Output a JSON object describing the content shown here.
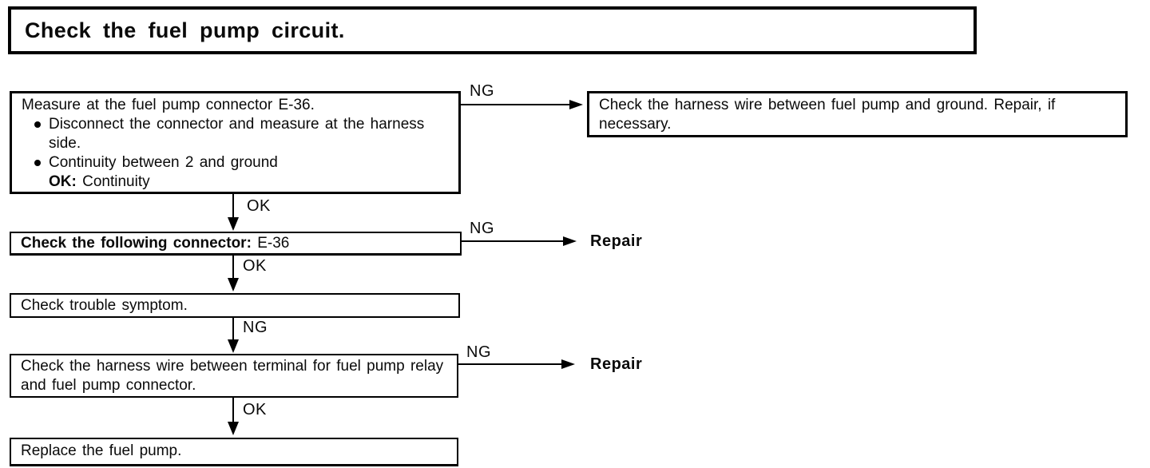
{
  "colors": {
    "ink": "#000000",
    "paper": "#ffffff"
  },
  "title": "Check the fuel pump circuit.",
  "flowchart": {
    "step1": {
      "heading": "Measure at the fuel pump connector E-36.",
      "bullets": [
        "Disconnect the connector and measure at the harness side.",
        "Continuity between 2 and ground"
      ],
      "result_label": "OK:",
      "result_value": "Continuity"
    },
    "ng_branch1": "Check the harness wire between fuel pump and ground. Repair, if necessary.",
    "step2": {
      "label": "Check the following connector:",
      "value": "E-36"
    },
    "step3": "Check trouble symptom.",
    "step4": "Check the harness wire between terminal for fuel pump relay and fuel pump connector.",
    "step5": "Replace the fuel pump.",
    "labels": {
      "ng": "NG",
      "ok": "OK",
      "repair": "Repair"
    }
  }
}
